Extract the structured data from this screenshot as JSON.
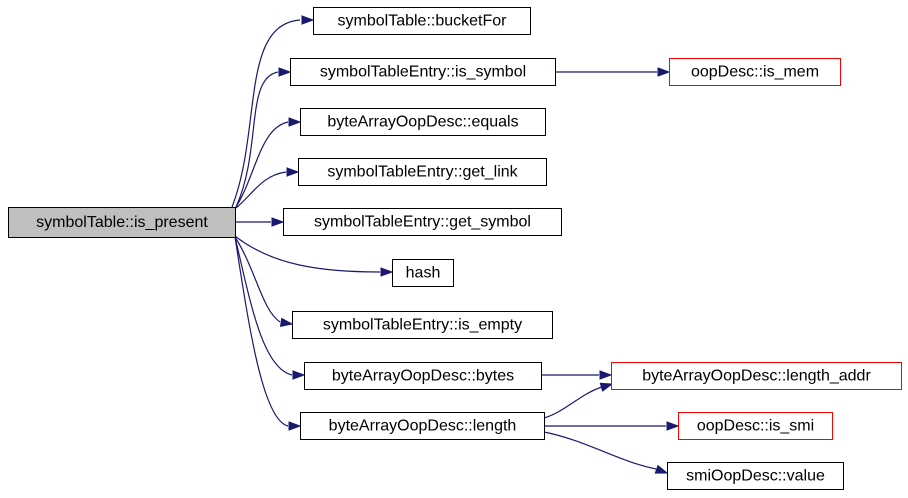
{
  "diagram": {
    "colors": {
      "root_fill": "#bfbfbf",
      "node_border": "#000000",
      "external_border": "#ff0000",
      "edge": "#191970"
    },
    "nodes": [
      {
        "id": "is_present",
        "label": "symbolTable::is_present",
        "kind": "root"
      },
      {
        "id": "bucketFor",
        "label": "symbolTable::bucketFor",
        "kind": "normal"
      },
      {
        "id": "is_symbol",
        "label": "symbolTableEntry::is_symbol",
        "kind": "normal"
      },
      {
        "id": "equals",
        "label": "byteArrayOopDesc::equals",
        "kind": "normal"
      },
      {
        "id": "get_link",
        "label": "symbolTableEntry::get_link",
        "kind": "normal"
      },
      {
        "id": "get_symbol",
        "label": "symbolTableEntry::get_symbol",
        "kind": "normal"
      },
      {
        "id": "hash",
        "label": "hash",
        "kind": "normal"
      },
      {
        "id": "is_empty",
        "label": "symbolTableEntry::is_empty",
        "kind": "normal"
      },
      {
        "id": "bytes",
        "label": "byteArrayOopDesc::bytes",
        "kind": "normal"
      },
      {
        "id": "length",
        "label": "byteArrayOopDesc::length",
        "kind": "normal"
      },
      {
        "id": "is_mem",
        "label": "oopDesc::is_mem",
        "kind": "external"
      },
      {
        "id": "length_addr",
        "label": "byteArrayOopDesc::length_addr",
        "kind": "external"
      },
      {
        "id": "is_smi",
        "label": "oopDesc::is_smi",
        "kind": "external"
      },
      {
        "id": "value",
        "label": "smiOopDesc::value",
        "kind": "normal"
      }
    ],
    "edges": [
      {
        "from": "is_present",
        "to": "bucketFor"
      },
      {
        "from": "is_present",
        "to": "is_symbol"
      },
      {
        "from": "is_present",
        "to": "equals"
      },
      {
        "from": "is_present",
        "to": "get_link"
      },
      {
        "from": "is_present",
        "to": "get_symbol"
      },
      {
        "from": "is_present",
        "to": "hash"
      },
      {
        "from": "is_present",
        "to": "is_empty"
      },
      {
        "from": "is_present",
        "to": "bytes"
      },
      {
        "from": "is_present",
        "to": "length"
      },
      {
        "from": "is_symbol",
        "to": "is_mem"
      },
      {
        "from": "bytes",
        "to": "length_addr"
      },
      {
        "from": "length",
        "to": "length_addr"
      },
      {
        "from": "length",
        "to": "is_smi"
      },
      {
        "from": "length",
        "to": "value"
      }
    ]
  }
}
